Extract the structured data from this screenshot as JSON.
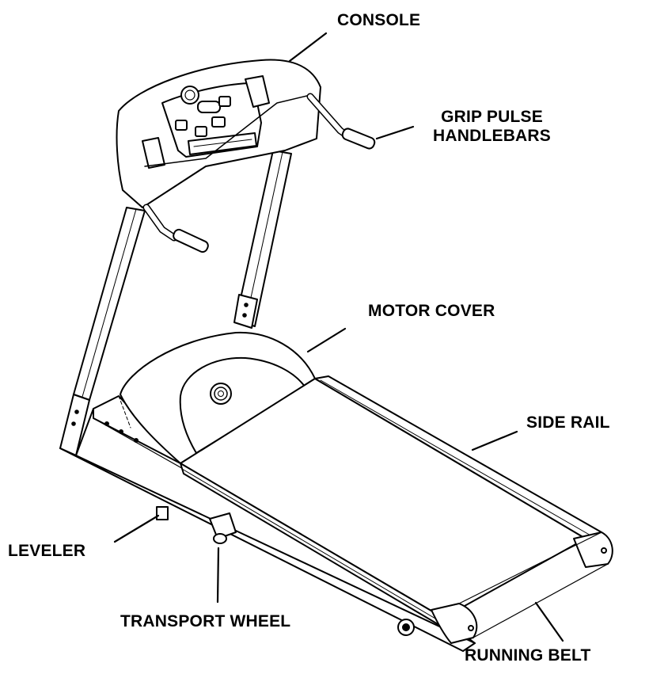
{
  "diagram": {
    "labels": {
      "console": "CONSOLE",
      "grip_line1": "GRIP PULSE",
      "grip_line2": "HANDLEBARS",
      "motor_cover": "MOTOR COVER",
      "side_rail": "SIDE RAIL",
      "leveler": "LEVELER",
      "transport_wheel": "TRANSPORT WHEEL",
      "running_belt": "RUNNING BELT"
    },
    "colors": {
      "ink": "#000000",
      "paper": "#ffffff"
    }
  }
}
